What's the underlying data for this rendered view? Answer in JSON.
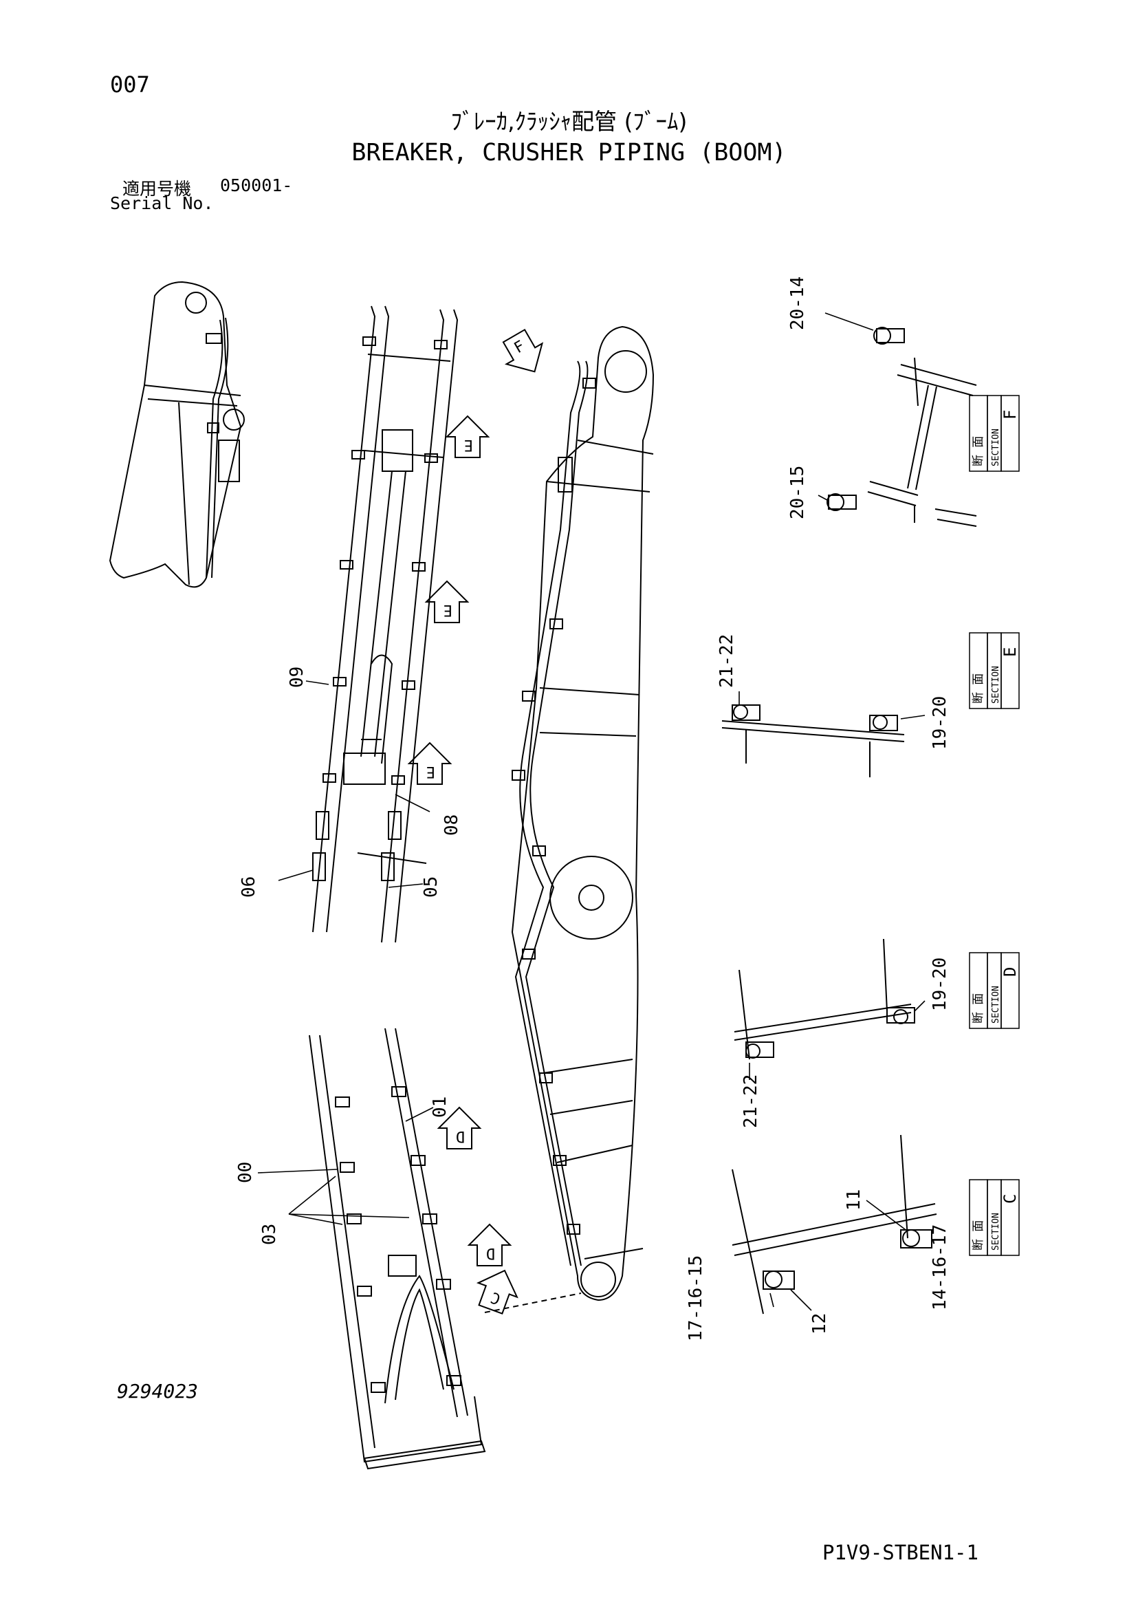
{
  "header": {
    "page_number": "007",
    "title_jp": "ﾌﾞﾚｰｶ,ｸﾗｯｼｬ配管 (ﾌﾞｰﾑ)",
    "title_en": "BREAKER, CRUSHER PIPING (BOOM)",
    "serial_label_jp": "適用号機",
    "serial_value": "050001-",
    "serial_label_en": "Serial No."
  },
  "sections": [
    {
      "id": "F",
      "jp": "断 面",
      "en": "SECTION",
      "letter": "F"
    },
    {
      "id": "E",
      "jp": "断 面",
      "en": "SECTION",
      "letter": "E"
    },
    {
      "id": "D",
      "jp": "断 面",
      "en": "SECTION",
      "letter": "D"
    },
    {
      "id": "C",
      "jp": "断 面",
      "en": "SECTION",
      "letter": "C"
    }
  ],
  "view_arrows": [
    "F",
    "E",
    "E",
    "E",
    "D",
    "D",
    "C"
  ],
  "part_labels": {
    "p00": "00",
    "p01": "01",
    "p03": "03",
    "p05": "05",
    "p06": "06",
    "p08": "08",
    "p09": "09",
    "p11": "11",
    "p12": "12",
    "f_top": "20-14",
    "f_bot": "20-15",
    "e_left": "21-22",
    "e_right": "19-20",
    "d_right": "19-20",
    "d_left": "21-22",
    "c_left": "17-16-15",
    "c_right": "14-16-17"
  },
  "footer": {
    "drawing_number": "9294023",
    "document_code": "P1V9-STBEN1-1"
  }
}
